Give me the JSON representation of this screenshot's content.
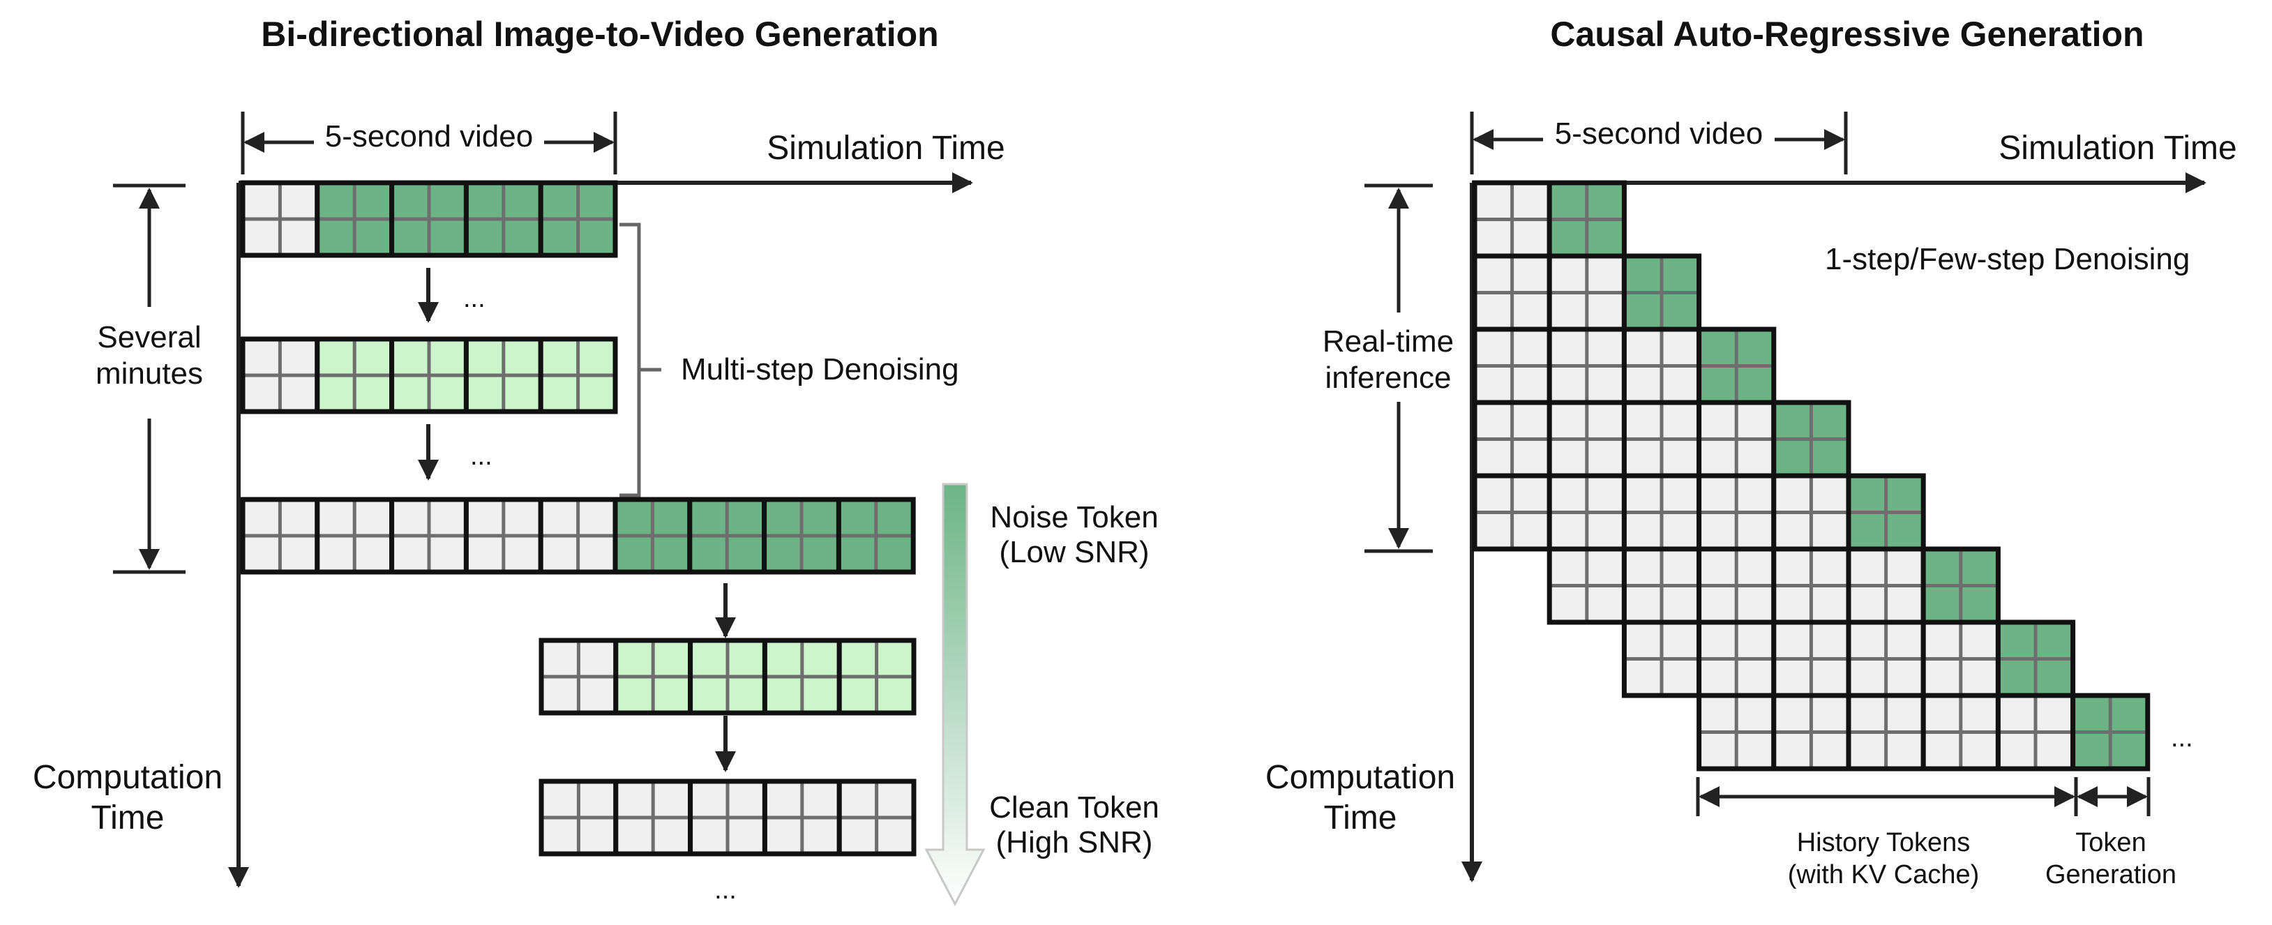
{
  "colors": {
    "clean": "#f0f0f0",
    "noise_dark": "#6cb486",
    "noise_light": "#ccf5cc",
    "outline": "#111111",
    "inner_grid": "#6e6e6e"
  },
  "left": {
    "title": "Bi-directional Image-to-Video Generation",
    "video_label": "5-second video",
    "sim_time": "Simulation Time",
    "span_label_1": "Several",
    "span_label_2": "minutes",
    "denoise_label": "Multi-step Denoising",
    "comp_time_1": "Computation",
    "comp_time_2": "Time",
    "ellipsis": "...",
    "legend_noise_1": "Noise Token",
    "legend_noise_2": "(Low SNR)",
    "legend_clean_1": "Clean Token",
    "legend_clean_2": "(High SNR)",
    "rows": [
      [
        "clean",
        "noise_dark",
        "noise_dark",
        "noise_dark",
        "noise_dark"
      ],
      [
        "clean",
        "noise_light",
        "noise_light",
        "noise_light",
        "noise_light"
      ],
      [
        "clean",
        "clean",
        "clean",
        "clean",
        "clean",
        "noise_dark",
        "noise_dark",
        "noise_dark",
        "noise_dark"
      ],
      [
        "clean",
        "noise_light",
        "noise_light",
        "noise_light",
        "noise_light"
      ],
      [
        "clean",
        "clean",
        "clean",
        "clean",
        "clean"
      ]
    ]
  },
  "right": {
    "title": "Causal Auto-Regressive Generation",
    "video_label": "5-second video",
    "sim_time": "Simulation Time",
    "denoise_label": "1-step/Few-step Denoising",
    "span_label_1": "Real-time",
    "span_label_2": "inference",
    "comp_time_1": "Computation",
    "comp_time_2": "Time",
    "ellipsis": "...",
    "history_1": "History Tokens",
    "history_2": "(with KV Cache)",
    "gen_1": "Token",
    "gen_2": "Generation",
    "rows": [
      {
        "start": 0,
        "clean": 1
      },
      {
        "start": 0,
        "clean": 2
      },
      {
        "start": 0,
        "clean": 3
      },
      {
        "start": 0,
        "clean": 4
      },
      {
        "start": 0,
        "clean": 5
      },
      {
        "start": 1,
        "clean": 5
      },
      {
        "start": 2,
        "clean": 5
      },
      {
        "start": 3,
        "clean": 5
      }
    ]
  }
}
